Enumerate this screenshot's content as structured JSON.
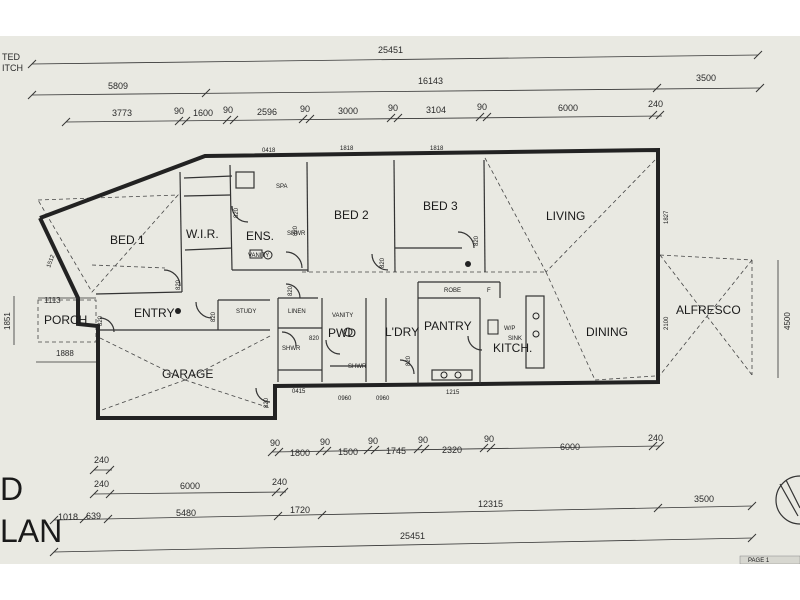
{
  "rooms": {
    "bed1": "BED 1",
    "wir": "W.I.R.",
    "ens": "ENS.",
    "bed2": "BED 2",
    "bed3": "BED 3",
    "living": "LIVING",
    "alfresco": "ALFRESCO",
    "porch": "PORCH",
    "entry": "ENTRY",
    "study": "STUDY",
    "linen": "LINEN",
    "pwd": "PWD",
    "ldry": "L'DRY",
    "pantry": "PANTRY",
    "kitch": "KITCH.",
    "dining": "DINING",
    "garage": "GARAGE"
  },
  "fixtures": {
    "spa": "SPA",
    "shwr": "SHWR",
    "vanity": "VANITY",
    "robe": "ROBE",
    "wp": "W/P",
    "sink": "SINK",
    "f": "F",
    "vanity2": "VANITY",
    "shwr2": "SHWR",
    "shwr3": "SHWR"
  },
  "top_dims": {
    "overall": "25451",
    "row2": [
      "5809",
      "16143",
      "3500"
    ],
    "row3": [
      "3773",
      "90",
      "1600",
      "90",
      "2596",
      "90",
      "3000",
      "90",
      "3104",
      "90",
      "6000",
      "240"
    ],
    "windows": [
      "0418",
      "1818",
      "1818"
    ],
    "left_note": [
      "TED",
      "ITCH"
    ]
  },
  "bottom_dims": {
    "row1": [
      "90",
      "1800",
      "90",
      "1500",
      "90",
      "1745",
      "90",
      "2320",
      "90",
      "6000",
      "240"
    ],
    "row_a": [
      "240"
    ],
    "row_b": [
      "240",
      "6000",
      "240"
    ],
    "row_c": [
      "1018",
      "639",
      "5480",
      "1720",
      "12315",
      "3500"
    ],
    "overall": "25451"
  },
  "side_dims": {
    "porch_h": "1851",
    "porch_w": "1113",
    "porch_d": "1888",
    "alfresco_h": "4500",
    "living_win": "1827",
    "dining_win": "2100",
    "bed1_win": "1512"
  },
  "door_labels": [
    "820",
    "820",
    "820",
    "820",
    "820",
    "820",
    "820",
    "820",
    "820",
    "820",
    "820",
    "0415",
    "0960",
    "0960",
    "1215"
  ],
  "partial_title": {
    "line1": "D",
    "line2": "LAN"
  },
  "footer_stub": "PAGE 1"
}
